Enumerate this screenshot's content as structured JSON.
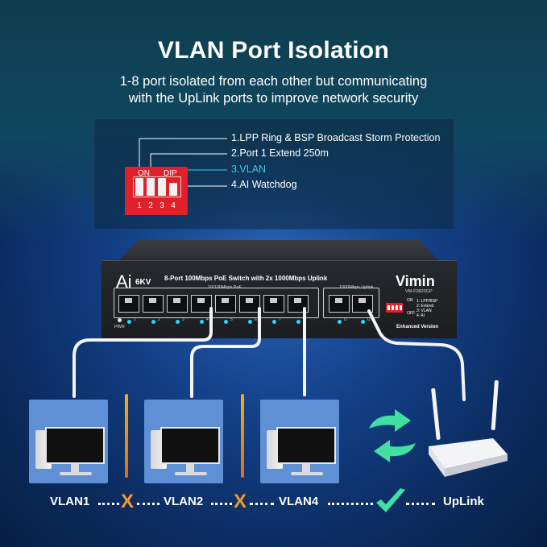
{
  "header": {
    "title": "VLAN Port Isolation",
    "subtitle_line1": "1-8 port isolated from each other but communicating",
    "subtitle_line2": "with the UpLink ports to improve network security"
  },
  "dip_switch": {
    "on_label": "ON",
    "dip_label": "DIP",
    "numbers": [
      "1",
      "2",
      "3",
      "4"
    ],
    "options": [
      {
        "label": "1.LPP Ring & BSP Broadcast Storm Protection",
        "highlight": false
      },
      {
        "label": "2.Port 1 Extend 250m",
        "highlight": false
      },
      {
        "label": "3.VLAN",
        "highlight": true
      },
      {
        "label": "4.AI Watchdog",
        "highlight": false
      }
    ],
    "highlight_color": "#3ec7e9",
    "switch_color": "#e0202a"
  },
  "device": {
    "ai_label": "Ai",
    "kv_label": "6KV",
    "title": "8-Port 100Mbps PoE Switch with 2x 1000Mbps Uplink",
    "brand": "Vimin",
    "model": "VM-F0820GP",
    "poe_label": "10/100Mbps PoE",
    "uplink_label": "1000Mbps Uplink",
    "pwr_label": "PWR",
    "enhanced_label": "Enhanced Version",
    "mini_on": "ON",
    "mini_off": "OFF",
    "mini_legend": "1: LPP/BSP\n2: Extend\n3: VLAN\n4: AI",
    "port_numbers": [
      "1",
      "2",
      "3",
      "4",
      "5",
      "6",
      "7",
      "8",
      "U",
      "U"
    ]
  },
  "bottom": {
    "vlan1": "VLAN1",
    "vlan2": "VLAN2",
    "vlan4": "VLAN4",
    "uplink": "UpLink",
    "block_mark": "X",
    "block_color": "#f29a2e",
    "allow_color": "#3fe0a0",
    "card_color": "#5f8fd4"
  }
}
